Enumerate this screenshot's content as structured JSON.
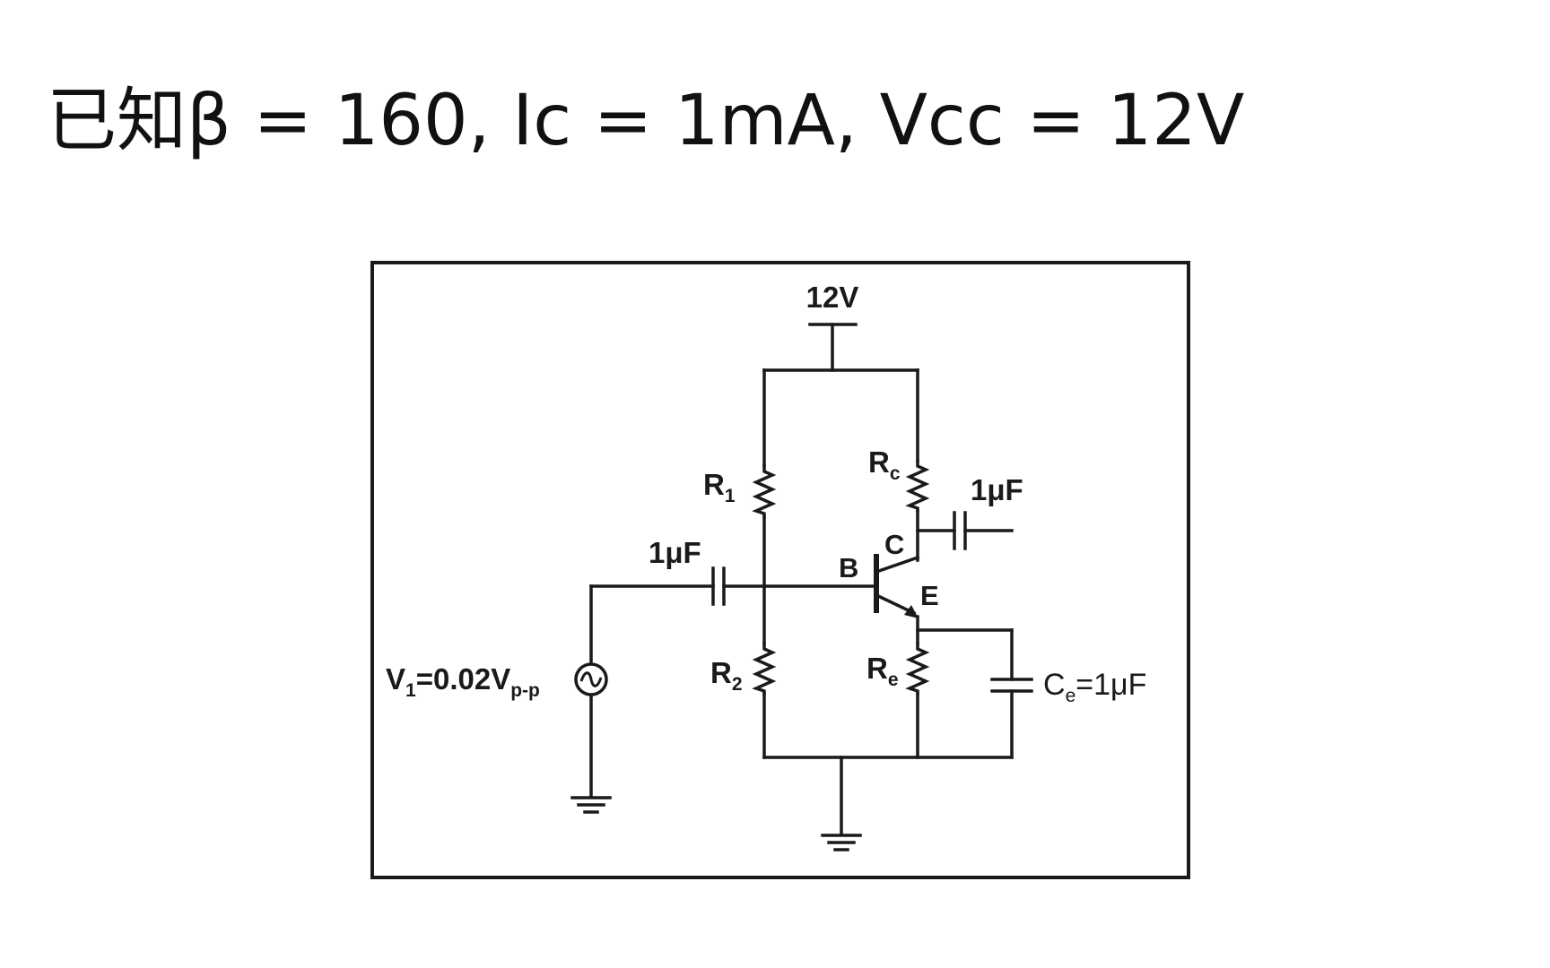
{
  "title": "已知β = 160, Ic = 1mA, Vcc = 12V",
  "circuit": {
    "supply_label": "12V",
    "r1_label": "R",
    "r1_sub": "1",
    "r2_label": "R",
    "r2_sub": "2",
    "rc_label": "R",
    "rc_sub": "c",
    "re_label": "R",
    "re_sub": "e",
    "input_cap_label": "1μF",
    "output_cap_label": "1μF",
    "ce_label": "C",
    "ce_sub": "e",
    "ce_value": "=1μF",
    "base_label": "B",
    "collector_label": "C",
    "emitter_label": "E",
    "source_label": "V",
    "source_sub1": "1",
    "source_value": "=0.02V",
    "source_sub2": "p-p"
  }
}
